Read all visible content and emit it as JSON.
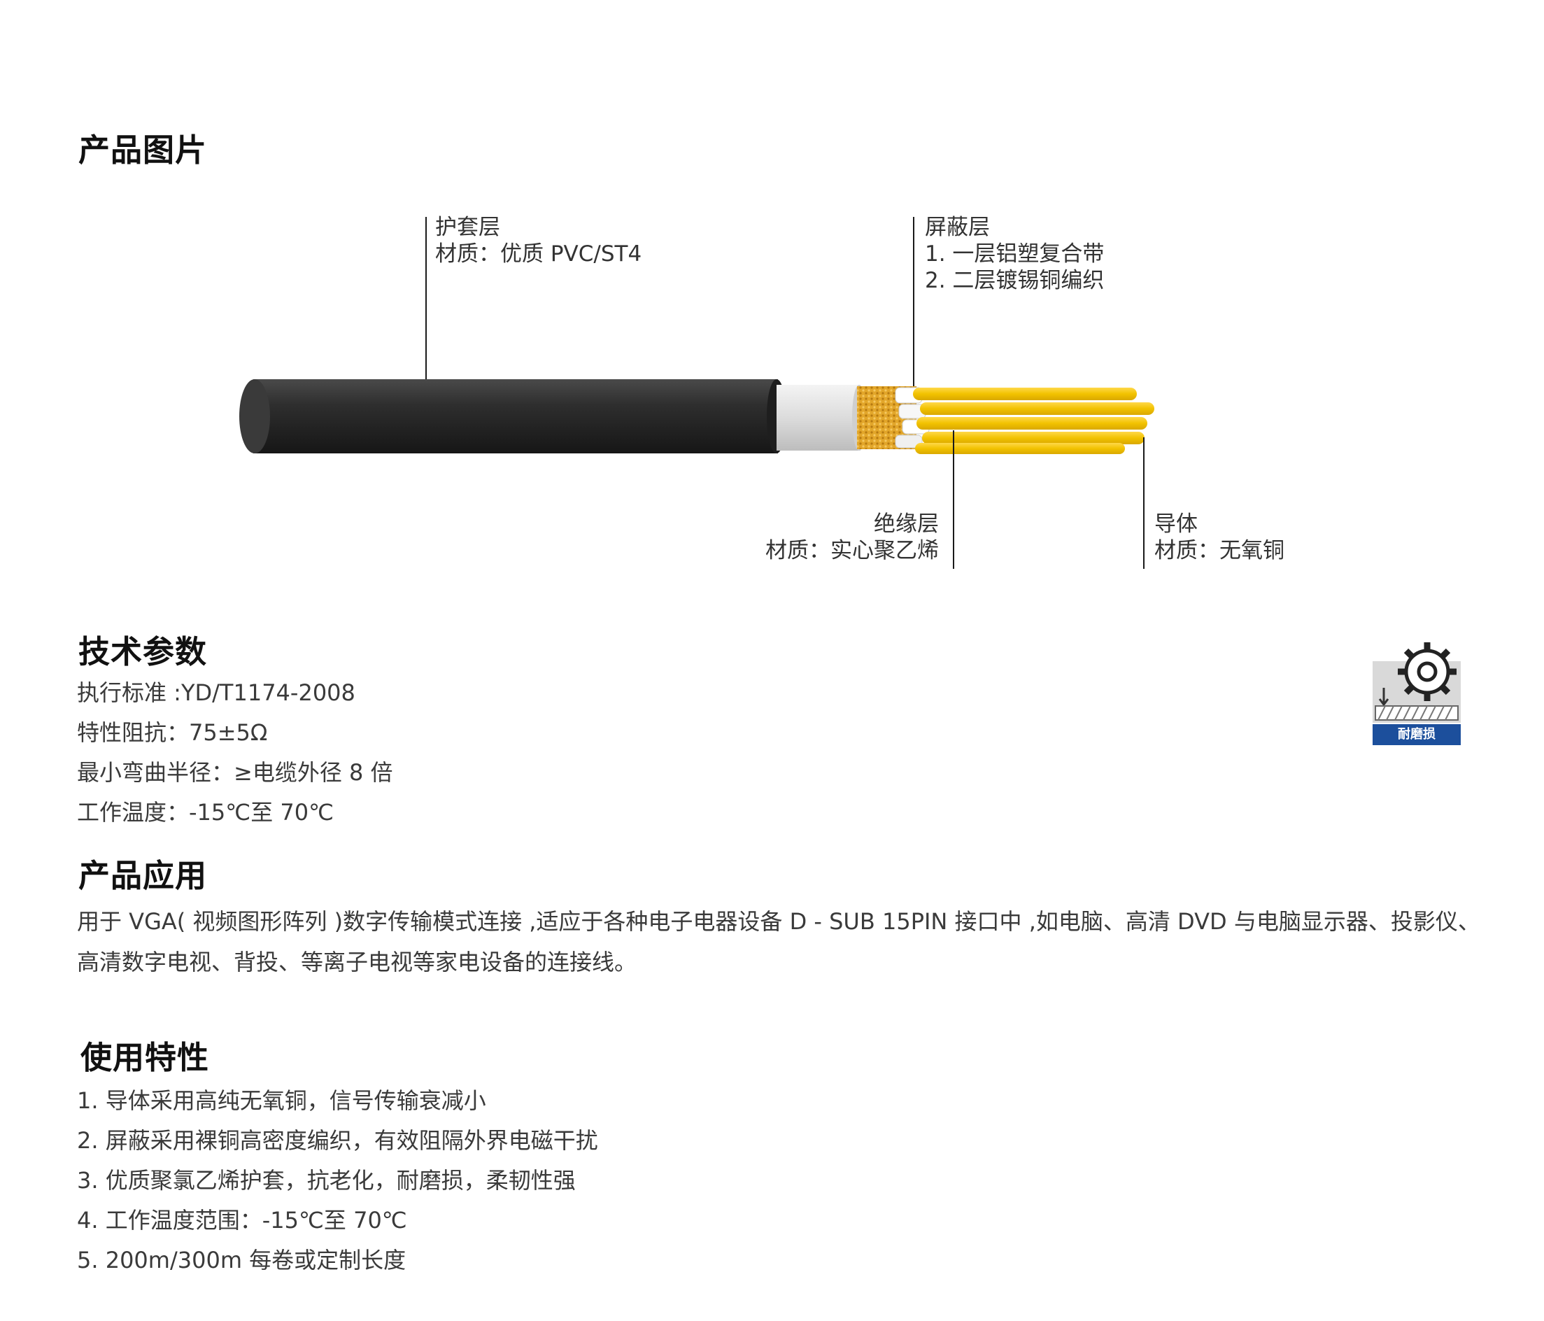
{
  "sections": {
    "images_title": "产品图片",
    "tech_title": "技术参数",
    "app_title": "产品应用",
    "features_title": "使用特性"
  },
  "callouts": {
    "jacket": {
      "title": "护套层",
      "material": "材质：优质 PVC/ST4"
    },
    "shield": {
      "title": "屏蔽层",
      "line1": "1. 一层铝塑复合带",
      "line2": "2. 二层镀锡铜编织"
    },
    "insulation": {
      "title": "绝缘层",
      "material": "材质：实心聚乙烯"
    },
    "conductor": {
      "title": "导体",
      "material": "材质：无氧铜"
    }
  },
  "tech_specs": [
    "执行标准 :YD/T1174-2008",
    "特性阻抗：75±5Ω",
    "最小弯曲半径：≥电缆外径 8 倍",
    "工作温度：-15℃至 70℃"
  ],
  "application": {
    "line1": "用于 VGA( 视频图形阵列 )数字传输模式连接 ,适应于各种电子电器设备 D  -  SUB    15PIN 接口中 ,如电脑、高清 DVD 与电脑显示器、投影仪、",
    "line2": "高清数字电视、背投、等离子电视等家电设备的连接线。"
  },
  "features": [
    "1. 导体采用高纯无氧铜，信号传输衰减小",
    "2. 屏蔽采用裸铜高密度编织，有效阻隔外界电磁干扰",
    "3. 优质聚氯乙烯护套，抗老化，耐磨损，柔韧性强",
    "4. 工作温度范围：-15℃至 70℃",
    "5. 200m/300m 每卷或定制长度"
  ],
  "badge": {
    "label": "耐磨损",
    "icon": "gear-icon",
    "color": "#1c4f9c"
  },
  "colors": {
    "jacket": "#2b2b2b",
    "conductor": "#f2c200",
    "braid": "#e0a020",
    "foil": "#e8e8e8"
  }
}
